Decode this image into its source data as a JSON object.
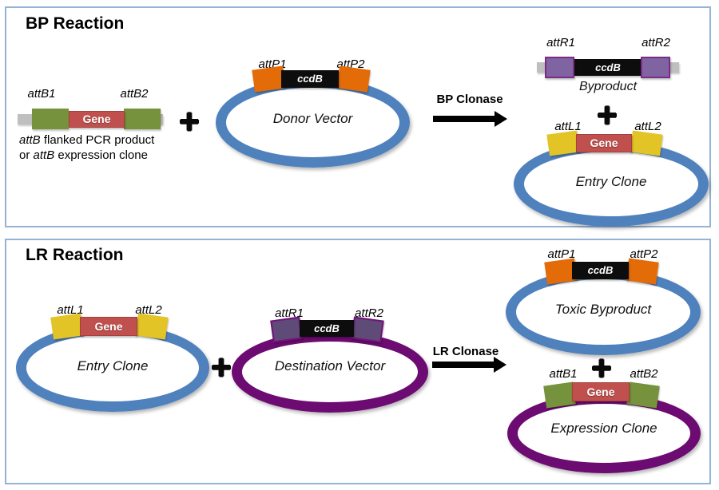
{
  "colors": {
    "panel_border": "#95B3D7",
    "ring_blue": "#4F81BD",
    "ring_purple": "#6C0B71",
    "segment_orange": "#E36C09",
    "segment_yellow": "#E2C426",
    "segment_green": "#76923C",
    "segment_light_purple": "#8064A2",
    "segment_dark_purple": "#5F4B77",
    "gene_red": "#C0504D",
    "cassette_black": "#0D0D0D",
    "backbone_gray": "#BFBFBF"
  },
  "icons": {
    "plus": "plus-icon",
    "reaction_arrow": "reaction-arrow-icon"
  },
  "bp": {
    "title": "BP Reaction",
    "plus1": "+",
    "plus2": "+",
    "enzyme": "BP Clonase",
    "substrate": {
      "left_att": "attB1",
      "right_att": "attB2",
      "gene": "Gene",
      "caption_l1_italic": "attB",
      "caption_l1_rest": " flanked PCR product",
      "caption_l2_pre": "or ",
      "caption_l2_italic": "attB",
      "caption_l2_rest": " expression clone"
    },
    "donor_vector": {
      "left_att": "attP1",
      "right_att": "attP2",
      "cassette": "ccdB",
      "name": "Donor Vector"
    },
    "byproduct": {
      "left_att": "attR1",
      "right_att": "attR2",
      "cassette": "ccdB",
      "name": "Byproduct"
    },
    "entry_clone": {
      "left_att": "attL1",
      "right_att": "attL2",
      "cassette": "Gene",
      "name": "Entry Clone"
    }
  },
  "lr": {
    "title": "LR Reaction",
    "plus1": "+",
    "plus2": "+",
    "enzyme": "LR Clonase",
    "entry_clone": {
      "left_att": "attL1",
      "right_att": "attL2",
      "cassette": "Gene",
      "name": "Entry Clone"
    },
    "destination_vector": {
      "left_att": "attR1",
      "right_att": "attR2",
      "cassette": "ccdB",
      "name": "Destination Vector"
    },
    "toxic_byproduct": {
      "left_att": "attP1",
      "right_att": "attP2",
      "cassette": "ccdB",
      "name": "Toxic Byproduct"
    },
    "expression_clone": {
      "left_att": "attB1",
      "right_att": "attB2",
      "cassette": "Gene",
      "name": "Expression Clone"
    }
  }
}
